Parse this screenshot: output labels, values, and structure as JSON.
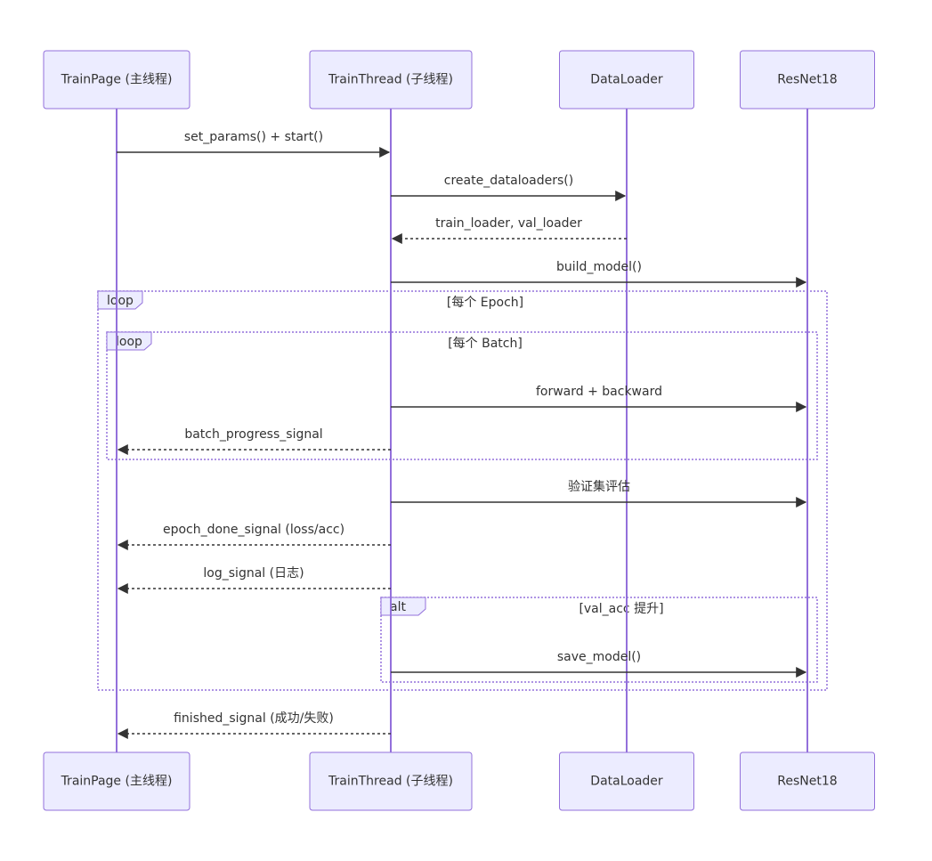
{
  "colors": {
    "actor_fill": "#ececff",
    "actor_stroke": "#9370db",
    "lifeline": "#9370db",
    "message": "#333333",
    "text": "#333333"
  },
  "actors": [
    {
      "id": "trainpage",
      "label": "TrainPage (主线程)"
    },
    {
      "id": "trainthread",
      "label": "TrainThread (子线程)"
    },
    {
      "id": "dataloader",
      "label": "DataLoader"
    },
    {
      "id": "resnet18",
      "label": "ResNet18"
    }
  ],
  "messages": [
    {
      "from": "trainpage",
      "to": "trainthread",
      "label": "set_params() + start()",
      "style": "solid"
    },
    {
      "from": "trainthread",
      "to": "dataloader",
      "label": "create_dataloaders()",
      "style": "solid"
    },
    {
      "from": "dataloader",
      "to": "trainthread",
      "label": "train_loader, val_loader",
      "style": "dashed"
    },
    {
      "from": "trainthread",
      "to": "resnet18",
      "label": "build_model()",
      "style": "solid"
    },
    {
      "from": "trainthread",
      "to": "resnet18",
      "label": "forward + backward",
      "style": "solid"
    },
    {
      "from": "trainthread",
      "to": "trainpage",
      "label": "batch_progress_signal",
      "style": "dashed"
    },
    {
      "from": "trainthread",
      "to": "resnet18",
      "label": "验证集评估",
      "style": "solid"
    },
    {
      "from": "trainthread",
      "to": "trainpage",
      "label": "epoch_done_signal (loss/acc)",
      "style": "dashed"
    },
    {
      "from": "trainthread",
      "to": "trainpage",
      "label": "log_signal (日志)",
      "style": "dashed"
    },
    {
      "from": "trainthread",
      "to": "resnet18",
      "label": "save_model()",
      "style": "solid"
    },
    {
      "from": "trainthread",
      "to": "trainpage",
      "label": "finished_signal (成功/失败)",
      "style": "dashed"
    }
  ],
  "frames": [
    {
      "kind": "loop",
      "condition": "[每个 Epoch]"
    },
    {
      "kind": "loop",
      "condition": "[每个 Batch]"
    },
    {
      "kind": "alt",
      "condition": "[val_acc 提升]"
    }
  ]
}
